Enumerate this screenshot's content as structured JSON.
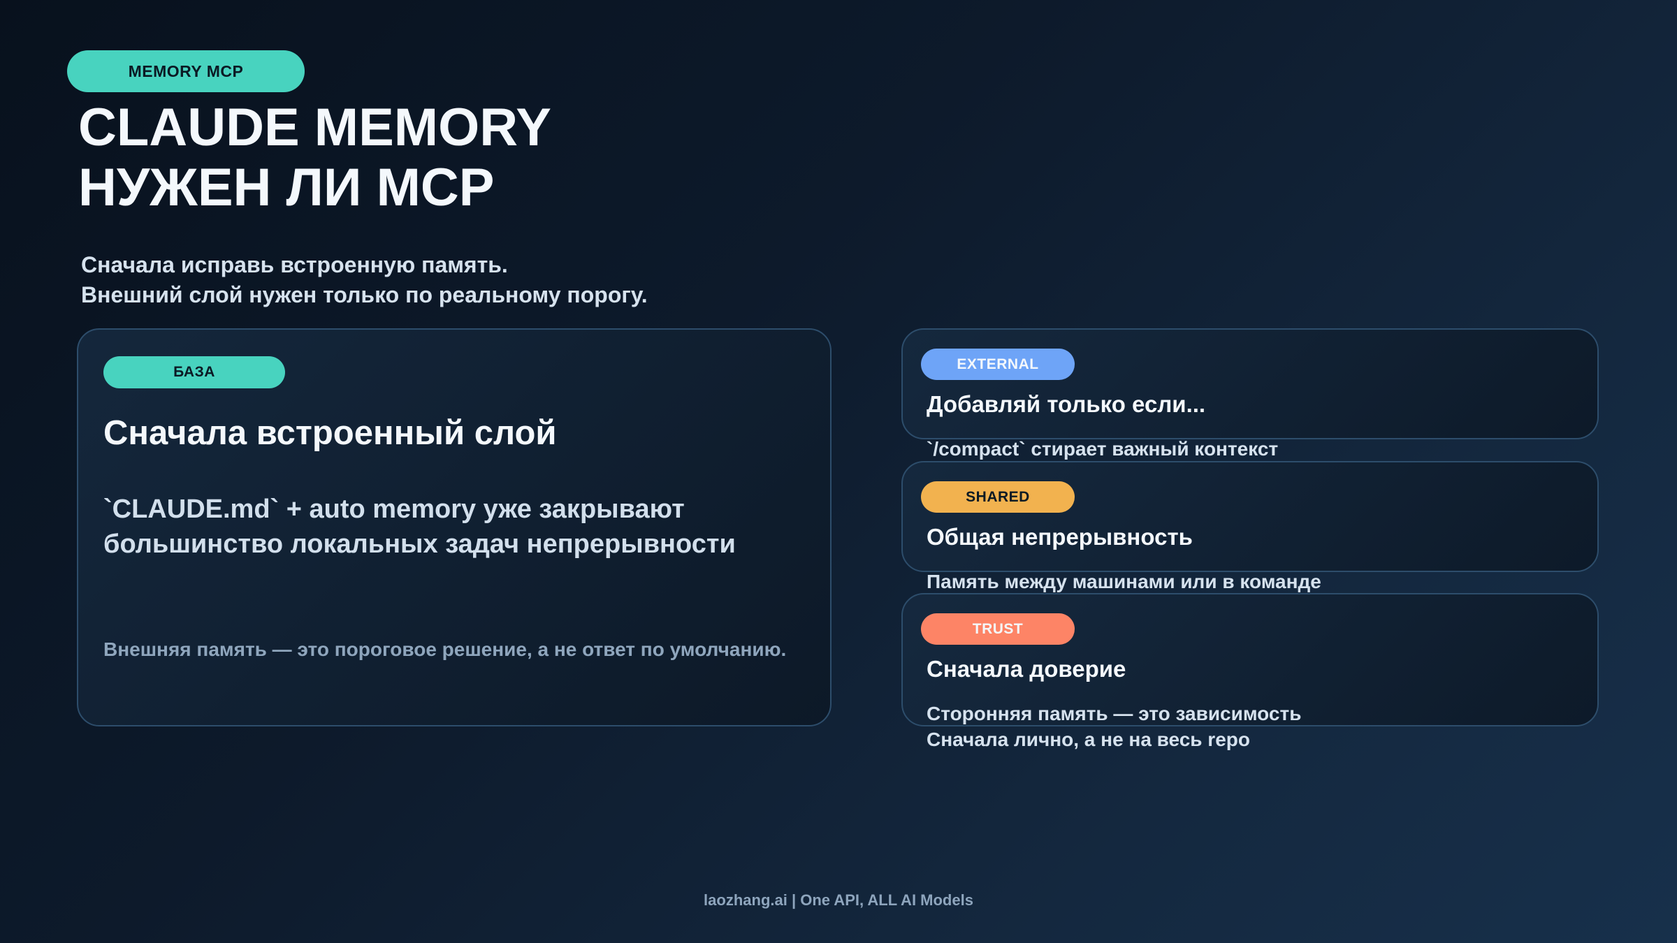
{
  "header": {
    "tag": "MEMORY MCP",
    "title_line1": "CLAUDE MEMORY",
    "title_line2": "НУЖЕН ЛИ МСР",
    "subtitle_line1": "Сначала исправь встроенную память.",
    "subtitle_line2": "Внешний слой нужен только по реальному порогу."
  },
  "left_card": {
    "tag": "БАЗА",
    "heading": "Сначала встроенный слой",
    "body_line1": "`CLAUDE.md` + auto memory уже закрывают",
    "body_line2": "большинство локальных задач непрерывности",
    "note": "Внешняя память — это пороговое решение, а не ответ по умолчанию."
  },
  "right_cards": [
    {
      "tag": "EXTERNAL",
      "tag_color": "#6ea4f7",
      "heading": "Добавляй только если...",
      "notes": [
        "`/compact` стирает важный контекст"
      ]
    },
    {
      "tag": "SHARED",
      "tag_color": "#f2b24f",
      "heading": "Общая непрерывность",
      "notes": [
        "Память между машинами или в команде"
      ]
    },
    {
      "tag": "TRUST",
      "tag_color": "#fd8466",
      "heading": "Сначала доверие",
      "notes": [
        "Сторонняя память — это зависимость",
        "Сначала лично, а не на весь repo"
      ]
    }
  ],
  "footer": {
    "text": "laozhang.ai | One API, ALL AI Models"
  },
  "colors": {
    "accent_teal": "#48d3bf",
    "external_blue": "#6ea4f7",
    "shared_amber": "#f2b24f",
    "trust_coral": "#fd8466"
  }
}
